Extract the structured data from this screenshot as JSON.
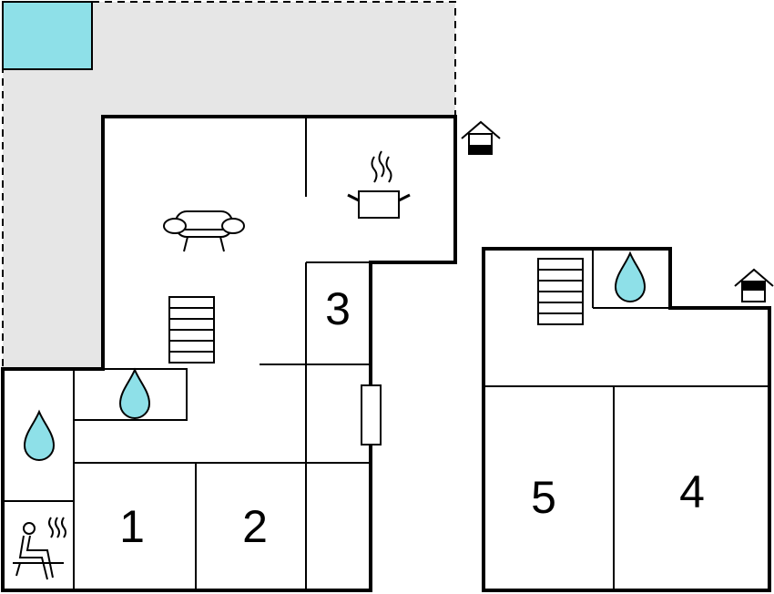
{
  "colors": {
    "terrace": "#e6e6e6",
    "pool": "#8ee0e8",
    "water": "#8ee0e8",
    "wall": "#000000"
  },
  "rooms": [
    {
      "key": "r1",
      "label": "1"
    },
    {
      "key": "r2",
      "label": "2"
    },
    {
      "key": "r3",
      "label": "3"
    },
    {
      "key": "r4",
      "label": "4"
    },
    {
      "key": "r5",
      "label": "5"
    }
  ],
  "icons": [
    "pool-icon",
    "sofa-icon",
    "cooking-pot-icon",
    "stairs-icon",
    "water-drop-icon",
    "sauna-icon",
    "entrance-house-icon",
    "window-icon"
  ]
}
